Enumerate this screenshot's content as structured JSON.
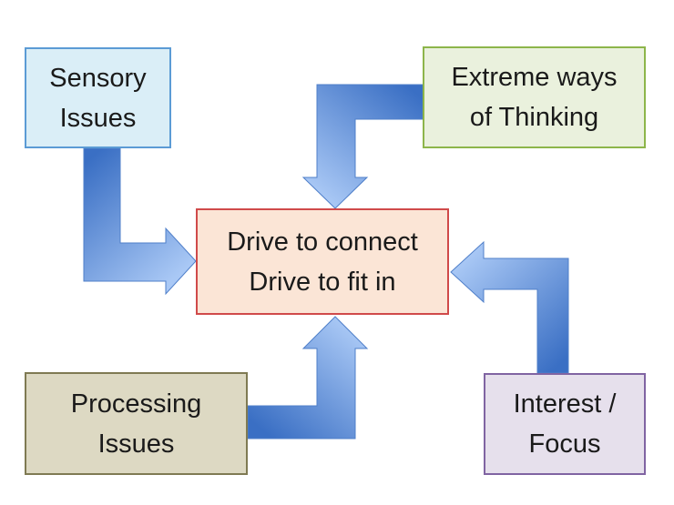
{
  "colors": {
    "arrow_dark": "#3a6fc4",
    "arrow_light": "#a9c8f5",
    "arrow_outline": "#4f7fc9"
  },
  "boxes": {
    "sensory": {
      "lines": [
        "Sensory",
        "Issues"
      ],
      "fill": "#daeef7",
      "border": "#5b9bd5"
    },
    "extreme": {
      "lines": [
        "Extreme ways",
        "of Thinking"
      ],
      "fill": "#eaf1dd",
      "border": "#8db54a"
    },
    "center": {
      "lines": [
        "Drive to connect",
        "Drive to fit in"
      ],
      "fill": "#fbe5d6",
      "border": "#d04a4a"
    },
    "processing": {
      "lines": [
        "Processing",
        "Issues"
      ],
      "fill": "#ddd9c3",
      "border": "#7f7a53"
    },
    "interest": {
      "lines": [
        "Interest /",
        "Focus"
      ],
      "fill": "#e6e0ec",
      "border": "#8064a2"
    }
  }
}
